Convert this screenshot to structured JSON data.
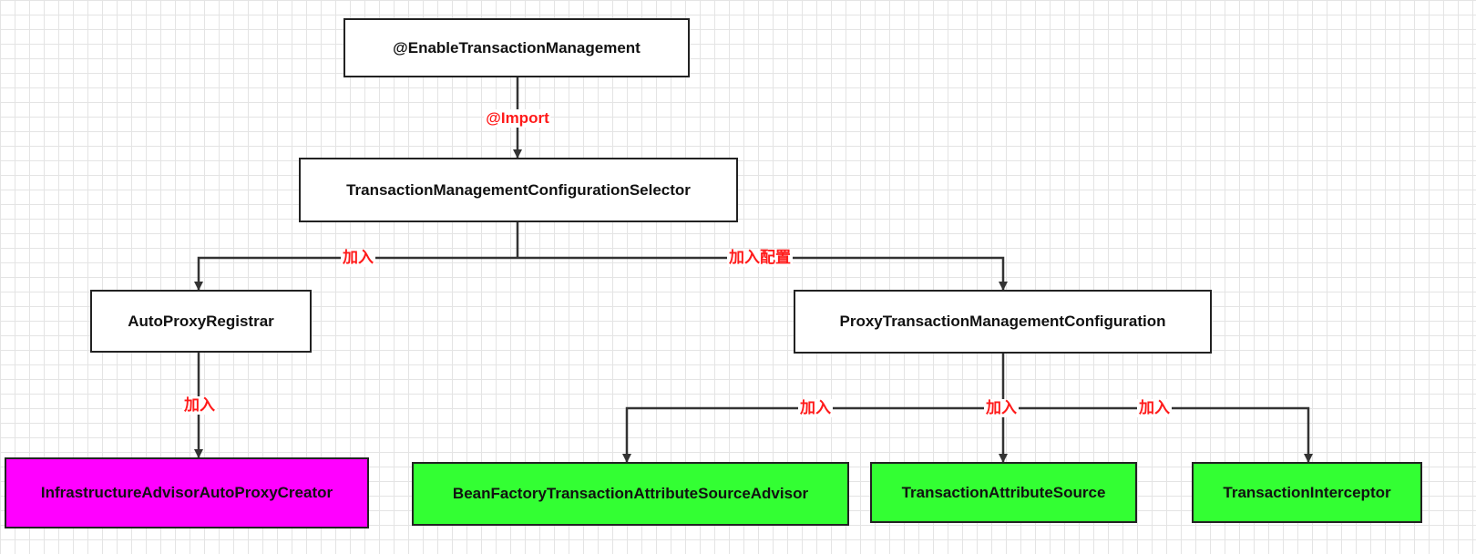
{
  "nodes": {
    "enable": "@EnableTransactionManagement",
    "selector": "TransactionManagementConfigurationSelector",
    "registrar": "AutoProxyRegistrar",
    "proxy_config": "ProxyTransactionManagementConfiguration",
    "infra_creator": "InfrastructureAdvisorAutoProxyCreator",
    "advisor": "BeanFactoryTransactionAttributeSourceAdvisor",
    "attr_source": "TransactionAttributeSource",
    "interceptor": "TransactionInterceptor"
  },
  "edges": {
    "import": "@Import",
    "add_registrar": "加入",
    "add_config": "加入配置",
    "add_creator": "加入",
    "add_advisor": "加入",
    "add_attr_source": "加入",
    "add_interceptor": "加入"
  },
  "colors": {
    "default_fill": "#ffffff",
    "infra_fill": "#ff00ff",
    "bean_fill": "#33ff33",
    "label_color": "#ff1a1a",
    "line_color": "#333333"
  }
}
